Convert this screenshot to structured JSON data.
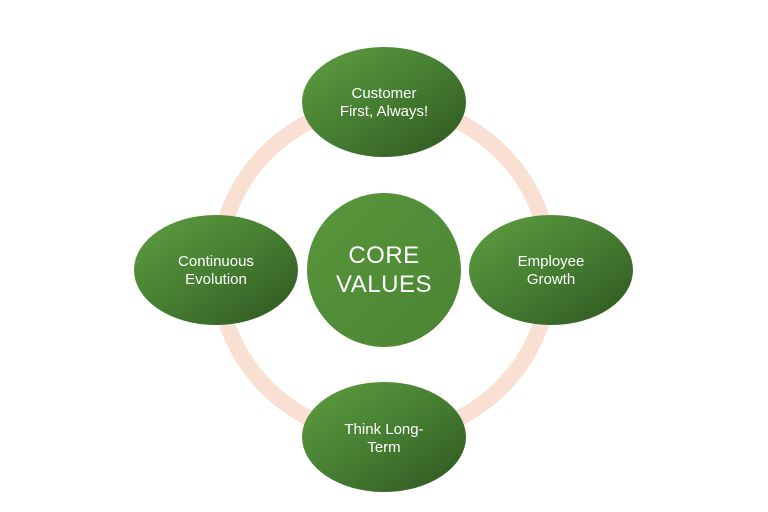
{
  "diagram": {
    "center": {
      "line1": "CORE",
      "line2": "VALUES"
    },
    "nodes": {
      "top": {
        "line1": "Customer",
        "line2": "First, Always!"
      },
      "right": {
        "line1": "Employee",
        "line2": "Growth"
      },
      "bottom": {
        "line1": "Think Long-",
        "line2": "Term"
      },
      "left": {
        "line1": "Continuous",
        "line2": "Evolution"
      }
    }
  },
  "colors": {
    "ring": "#f9e0d2",
    "node_light": "#5a9a3e",
    "node_dark": "#2f5a22",
    "center": "#4f8a36",
    "text": "#ffffff"
  }
}
